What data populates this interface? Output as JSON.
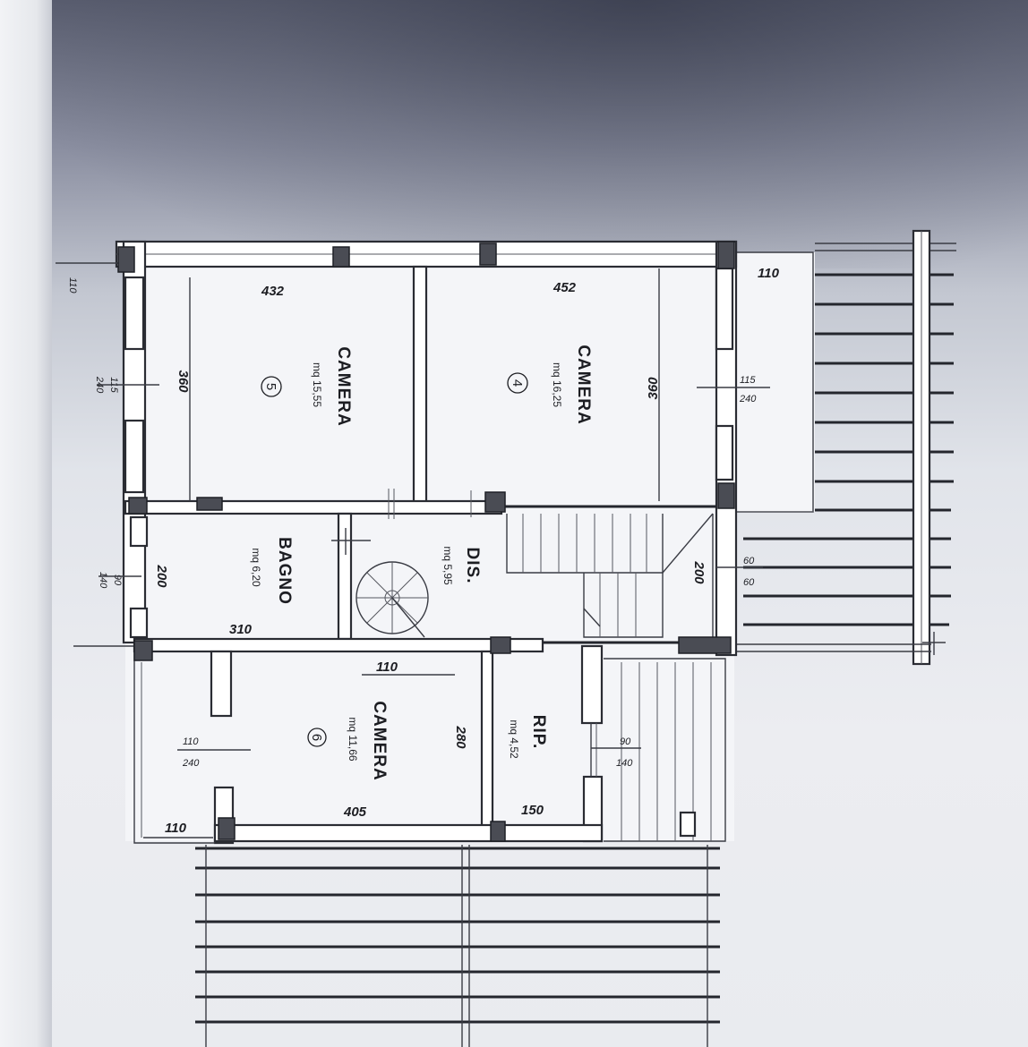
{
  "rooms": {
    "camera4": {
      "name": "CAMERA",
      "area": "mq 16,25",
      "number": "4"
    },
    "camera5": {
      "name": "CAMERA",
      "area": "mq 15,55",
      "number": "5"
    },
    "camera6": {
      "name": "CAMERA",
      "area": "mq 11,66",
      "number": "6"
    },
    "bagno": {
      "name": "BAGNO",
      "area": "mq 6,20"
    },
    "dis": {
      "name": "DIS.",
      "area": "mq 5,95"
    },
    "rip": {
      "name": "RIP.",
      "area": "mq 4,52"
    }
  },
  "dimensions": {
    "camera5_width": "432",
    "camera4_width": "452",
    "camera5_depth": "360",
    "camera4_depth": "360",
    "balcony_top_width": "110",
    "balcony_top_left": "110",
    "window_right_top": "115",
    "window_right_bottom": "240",
    "window_left_top": "115",
    "window_left_bottom": "240",
    "bagno_depth": "200",
    "bagno_width": "310",
    "bagno_window_top": "90",
    "bagno_window_bottom": "140",
    "stair_depth": "200",
    "stair_window_top": "60",
    "stair_window_bottom": "60",
    "camera6_top": "110",
    "camera6_width": "405",
    "camera6_depth": "280",
    "camera6_window_top": "110",
    "camera6_window_bottom": "240",
    "rip_width": "150",
    "rip_window_top": "90",
    "rip_window_bottom": "140",
    "balcony_bottom_left": "110"
  }
}
